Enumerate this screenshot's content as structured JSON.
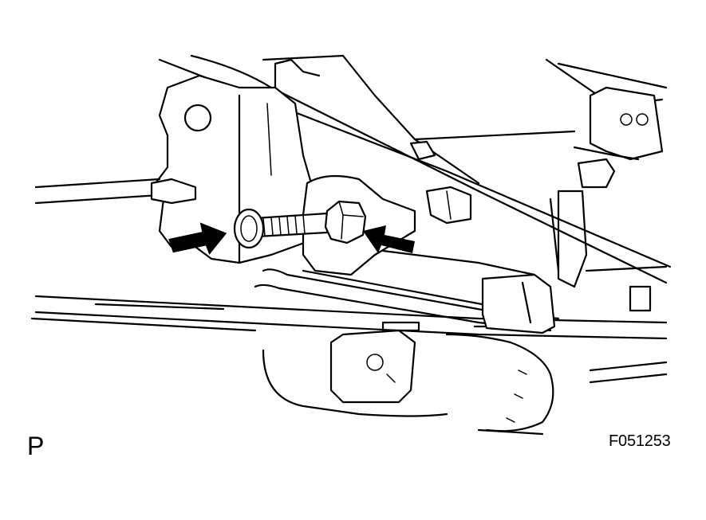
{
  "figure": {
    "corner_letter": "P",
    "figure_code": "F051253"
  },
  "callouts": [
    {
      "icon": "arrow-right-icon",
      "points_to": "bolt-head"
    },
    {
      "icon": "arrow-left-icon",
      "points_to": "bolt-nut"
    }
  ],
  "colors": {
    "line": "#000000",
    "background": "#ffffff"
  }
}
